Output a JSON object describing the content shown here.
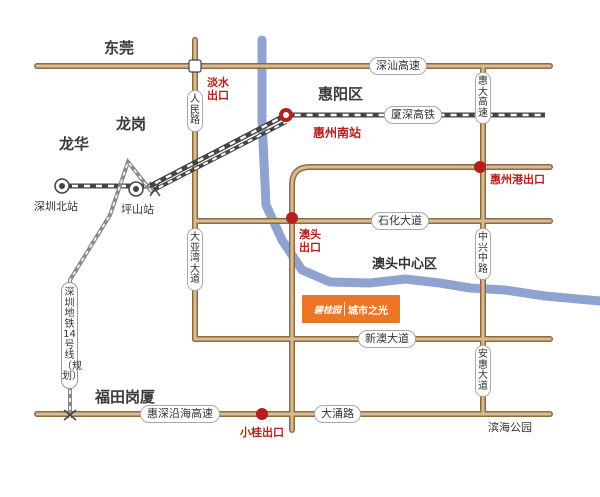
{
  "colors": {
    "road": "#b8946a",
    "road_edge": "#8c6b43",
    "river": "#8ea3cf",
    "rail": "#444444",
    "station_red": "#b5201f",
    "project": "#ec7626"
  },
  "regions": {
    "dongguan": "东莞",
    "longgang": "龙岗",
    "longhua": "龙华",
    "huiyang": "惠阳区",
    "futian_gangxia": "福田岗厦",
    "aotou_center": "澳头中心区"
  },
  "roads": {
    "shenshan": "深汕高速",
    "xiashen": "厦深高铁",
    "shihua": "石化大道",
    "xinao": "新澳大道",
    "huishen": "惠深沿海高速",
    "datong": "大涌路",
    "huida": "惠大高速",
    "renmin": "人民路",
    "dayawan": "大亚湾大道",
    "zhongxing": "中兴中路",
    "anhui": "安惠大道"
  },
  "stations": {
    "huizhou_south": "惠州南站",
    "shenzhen_north": "深圳北站",
    "pingshan": "坪山站"
  },
  "exits": {
    "danshui": "淡水出口",
    "aotou": "澳头出口",
    "huizhou_port": "惠州港出口",
    "xiaogui": "小桂出口"
  },
  "metro": {
    "line14": "深圳地铁14号线（规划）"
  },
  "places": {
    "binhai_park": "滨海公园"
  },
  "project": {
    "developer": "碧桂园",
    "name": "城市之光"
  },
  "icons": {
    "rail_station": "railway-station-icon",
    "exit": "highway-exit-icon"
  }
}
